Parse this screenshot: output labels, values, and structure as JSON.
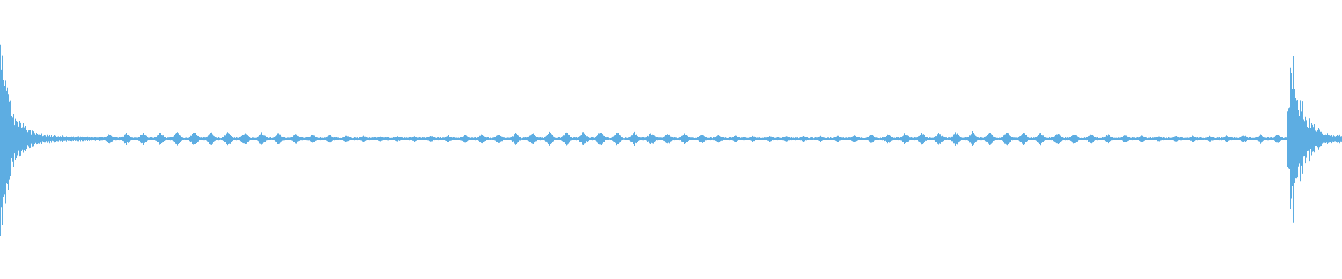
{
  "waveform": {
    "color": "#5DADE2",
    "background": "#FFFFFF",
    "amplitude_range": [
      -1,
      1
    ],
    "bursts": [
      {
        "position": 0.0,
        "peak": 0.82
      },
      {
        "position": 0.961,
        "peak": 0.92
      }
    ],
    "pulse_train": {
      "start": 0.075,
      "end": 0.958,
      "count": 70,
      "peak": 0.06
    },
    "noise_floor": 0.012
  }
}
